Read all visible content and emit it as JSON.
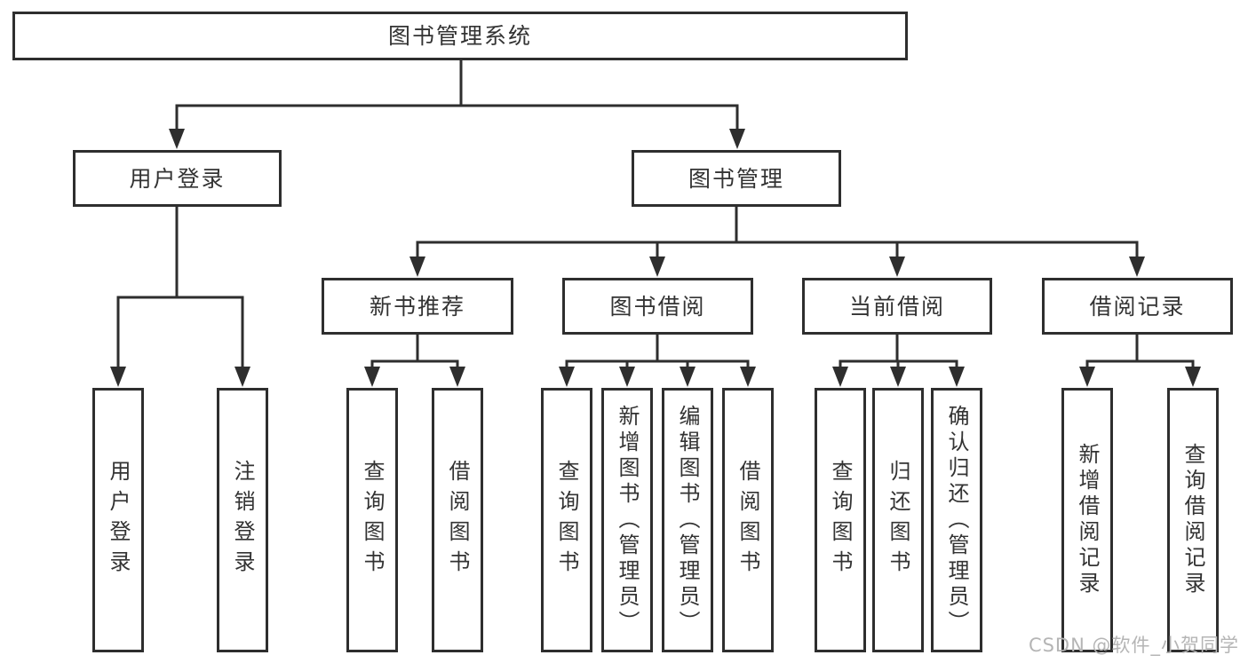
{
  "diagram": {
    "root": {
      "label": "图书管理系统"
    },
    "level2": {
      "user_login": {
        "label": "用户登录"
      },
      "book_mgmt": {
        "label": "图书管理"
      }
    },
    "level3": {
      "recommend": {
        "label": "新书推荐"
      },
      "borrow": {
        "label": "图书借阅"
      },
      "current": {
        "label": "当前借阅"
      },
      "records": {
        "label": "借阅记录"
      }
    },
    "leaves": {
      "login": [
        "用户登录",
        "注销登录"
      ],
      "recommend": [
        "查询图书",
        "借阅图书"
      ],
      "borrow": [
        "查询图书",
        "新增图书（管理员）",
        "编辑图书（管理员）",
        "借阅图书"
      ],
      "current": [
        "查询图书",
        "归还图书",
        "确认归还（管理员）"
      ],
      "records": [
        "新增借阅记录",
        "查询借阅记录"
      ]
    }
  },
  "watermark": {
    "text": "CSDN @软件_小贺同学"
  },
  "colors": {
    "line": "#2e2e2e",
    "text": "#333333",
    "watermark": "#b5b5b5",
    "background": "#ffffff"
  }
}
